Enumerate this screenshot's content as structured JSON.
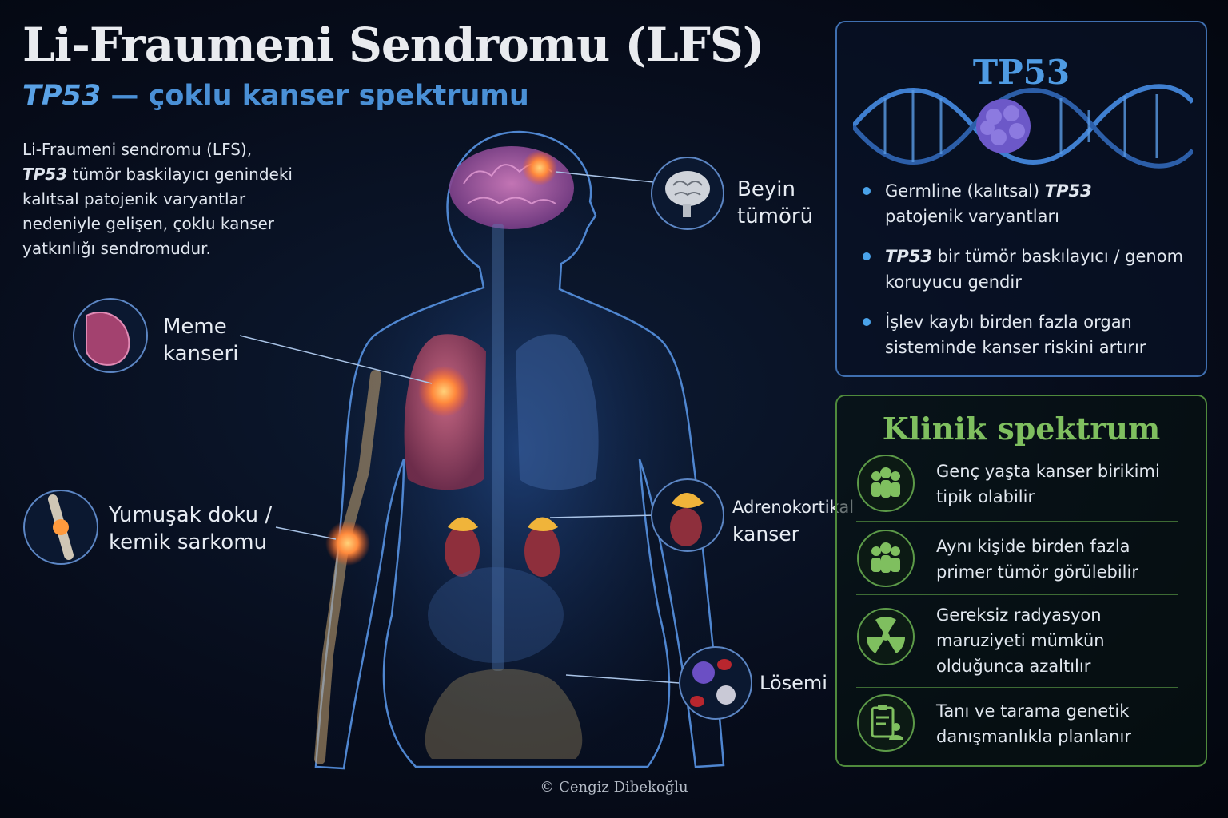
{
  "title": "Li-Fraumeni Sendromu (LFS)",
  "subtitle": {
    "gene": "TP53",
    "rest": " — çoklu kanser spektrumu"
  },
  "intro": {
    "part1": "Li-Fraumeni sendromu (LFS),",
    "gene": "TP53",
    "part2": " tümör baskilayıcı genindeki kalıtsal patojenik varyantlar nedeniyle gelişen, çoklu kanser yatkınlığı sendromudur."
  },
  "body_labels": {
    "brain": {
      "line1": "Beyin",
      "line2": "tümörü",
      "icon": "brain-icon"
    },
    "breast": {
      "line1": "Meme",
      "line2": "kanseri",
      "icon": "breast-icon"
    },
    "sarcoma": {
      "line1": "Yumuşak doku /",
      "line2": "kemik sarkomu",
      "icon": "bone-icon"
    },
    "adrenal": {
      "line1": "Adrenokortikal",
      "line2": "kanser",
      "icon": "adrenal-kidney-icon"
    },
    "leukemia": {
      "line1": "Lösemi",
      "icon": "blood-cells-icon"
    }
  },
  "tp53_panel": {
    "title": "TP53",
    "bullets": [
      {
        "pre": "Germline (kalıtsal) ",
        "gene": "TP53",
        "post": " patojenik varyantları"
      },
      {
        "pre": "",
        "gene": "TP53",
        "post": " bir tümör baskılayıcı / genom koruyucu gendir"
      },
      {
        "pre": "İşlev kaybı birden fazla organ sisteminde kanser riskini artırır",
        "gene": "",
        "post": ""
      }
    ]
  },
  "clinical_panel": {
    "title": "Klinik spektrum",
    "items": [
      {
        "line1": "Genç yaşta kanser birikimi",
        "line2": "tipik olabilir",
        "icon": "family-group-icon"
      },
      {
        "line1": "Aynı kişide birden fazla",
        "line2": "primer tümör görülebilir",
        "icon": "people-group-icon"
      },
      {
        "line1": "Gereksiz radyasyon",
        "line2": "maruziyeti mümkün",
        "line3": "olduğunca azaltılır",
        "icon": "radiation-icon"
      },
      {
        "line1": "Tanı ve tarama genetik",
        "line2": "danışmanlıkla planlanır",
        "icon": "clipboard-person-icon"
      }
    ]
  },
  "colors": {
    "accent_blue": "#4f9be3",
    "accent_green": "#7fbf5f",
    "tumor": "#ff8a3d"
  },
  "credit": "© Cengiz Dibekoğlu"
}
